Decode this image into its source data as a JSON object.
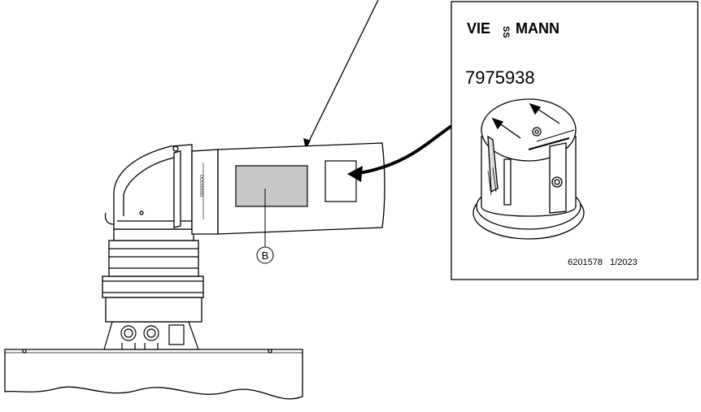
{
  "label_box": {
    "brand": "VIESSMANN",
    "brand_parts": [
      "VIE",
      "MANN"
    ],
    "brand_mark": "SS",
    "part_number": "7975938",
    "footer_code": "6201578",
    "footer_date": "1/2023"
  },
  "callouts": {
    "b": "B"
  },
  "colors": {
    "line": "#000000",
    "label_fill": "#c8c8c8",
    "background": "#ffffff"
  }
}
